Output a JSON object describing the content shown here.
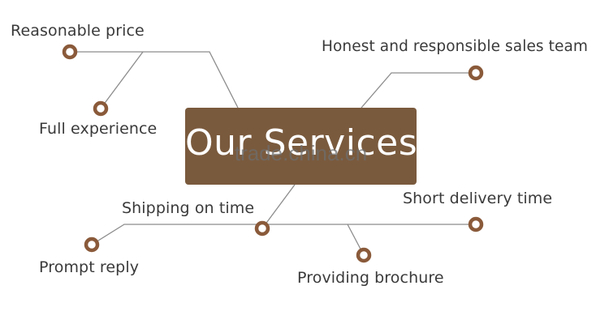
{
  "colors": {
    "accent": "#7a5a3d",
    "node_ring": "#8a5a3a",
    "line": "#8c8c8c",
    "text": "#3a3a3a"
  },
  "diagram": {
    "center": {
      "title": "Our Services",
      "watermark": "trade.china.cn"
    },
    "labels": {
      "reasonable_price": "Reasonable price",
      "honest_sales_team": "Honest and responsible sales team",
      "full_experience": "Full experience",
      "shipping_on_time": "Shipping on time",
      "short_delivery_time": "Short delivery time",
      "prompt_reply": "Prompt reply",
      "providing_brochure": "Providing brochure"
    }
  }
}
